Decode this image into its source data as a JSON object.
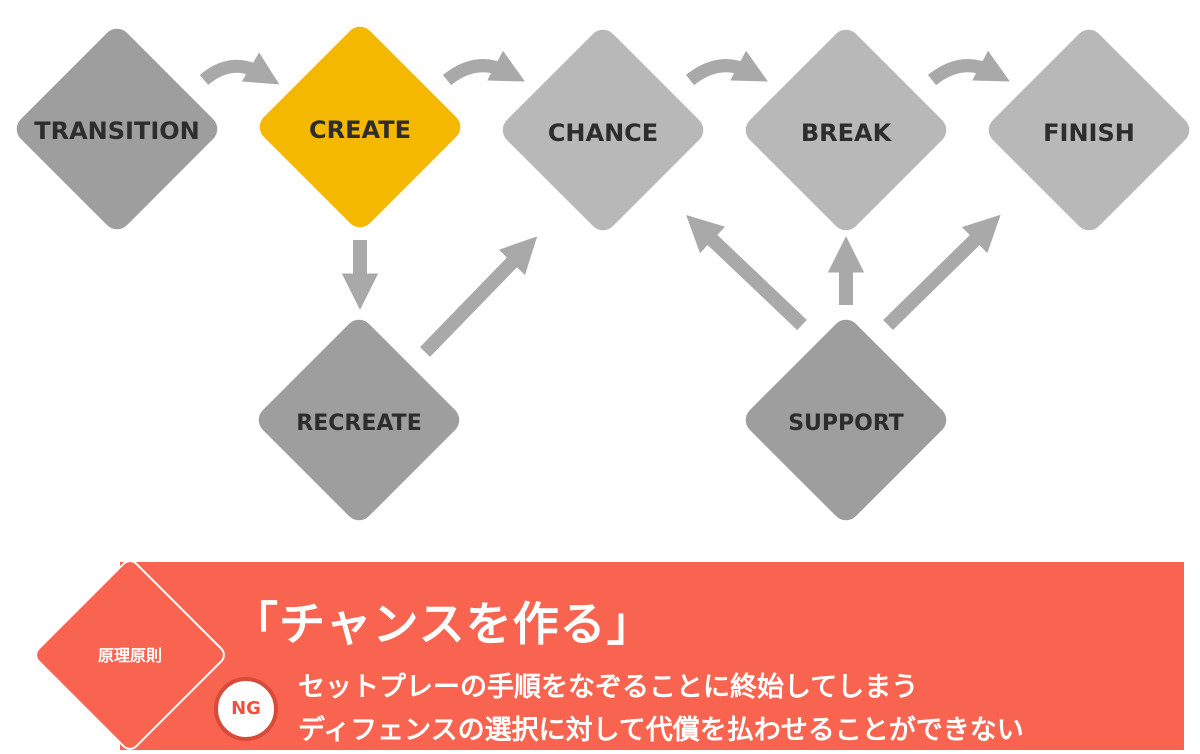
{
  "nodes": {
    "transition": "TRANSITION",
    "create": "CREATE",
    "chance": "CHANCE",
    "break": "BREAK",
    "finish": "FINISH",
    "recreate": "RECREATE",
    "support": "SUPPORT"
  },
  "colors": {
    "dark_node": "#9e9e9e",
    "light_node": "#b8b8b8",
    "highlight_node": "#f5b800",
    "arrow": "#a9a9a9",
    "banner": "#f86450",
    "ng_ring": "#d84a3a"
  },
  "banner": {
    "badge_label": "原理原則",
    "title": "「チャンスを作る」",
    "ng_label": "NG",
    "ng_items": [
      "セットプレーの手順をなぞることに終始してしまう",
      "ディフェンスの選択に対して代償を払わせることができない"
    ]
  }
}
